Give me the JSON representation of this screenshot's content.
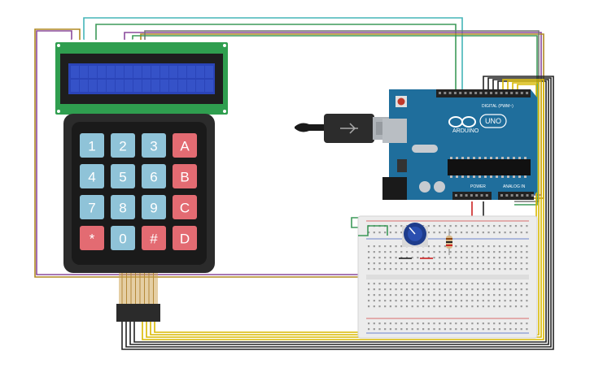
{
  "arduino": {
    "brand": "ARDUINO",
    "model": "UNO",
    "digital_label": "DIGITAL (PWM~)",
    "power_label": "POWER",
    "analog_label": "ANALOG IN"
  },
  "keypad": {
    "keys": [
      {
        "label": "1",
        "color": "#8fc3d8"
      },
      {
        "label": "2",
        "color": "#8fc3d8"
      },
      {
        "label": "3",
        "color": "#8fc3d8"
      },
      {
        "label": "A",
        "color": "#e36b72"
      },
      {
        "label": "4",
        "color": "#8fc3d8"
      },
      {
        "label": "5",
        "color": "#8fc3d8"
      },
      {
        "label": "6",
        "color": "#8fc3d8"
      },
      {
        "label": "B",
        "color": "#e36b72"
      },
      {
        "label": "7",
        "color": "#8fc3d8"
      },
      {
        "label": "8",
        "color": "#8fc3d8"
      },
      {
        "label": "9",
        "color": "#8fc3d8"
      },
      {
        "label": "C",
        "color": "#e36b72"
      },
      {
        "label": "*",
        "color": "#e36b72"
      },
      {
        "label": "0",
        "color": "#8fc3d8"
      },
      {
        "label": "#",
        "color": "#e36b72"
      },
      {
        "label": "D",
        "color": "#e36b72"
      }
    ]
  },
  "colors": {
    "lcd_pcb": "#2f9e4f",
    "lcd_screen": "#2a44b8",
    "arduino_board": "#1f6e9c",
    "keypad_body": "#2b2b2b",
    "breadboard": "#ececec"
  },
  "components": {
    "usb_cable": "usb-cable-icon",
    "potentiometer": "potentiometer-icon",
    "resistor": "resistor-icon"
  }
}
